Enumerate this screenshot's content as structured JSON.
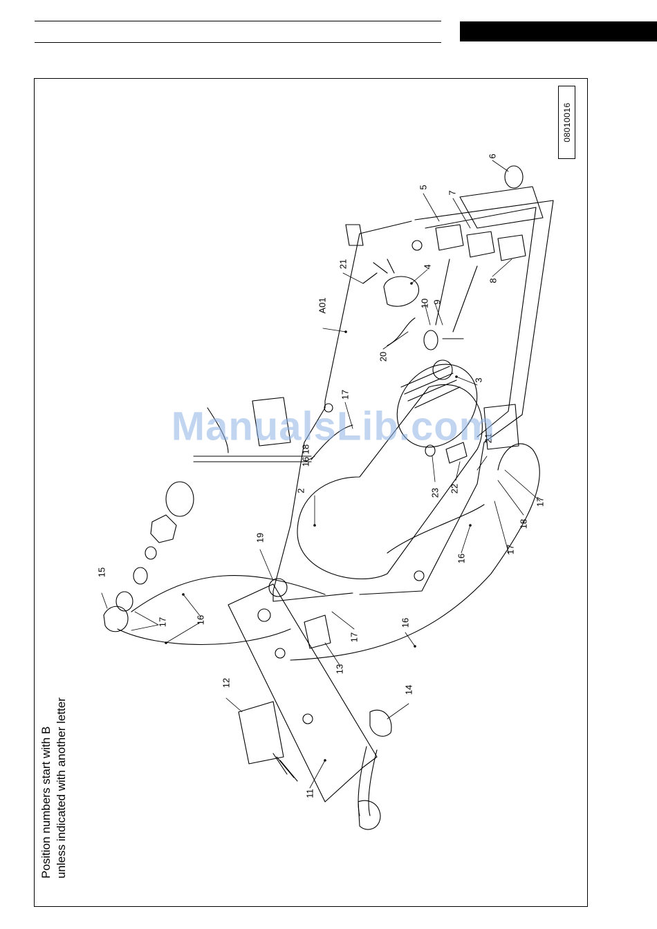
{
  "header": {
    "tab_color": "#000000"
  },
  "diagram": {
    "document_number": "08010016",
    "note_line1": "Position numbers start with B",
    "note_line2": "unless indicated with another letter",
    "callouts": {
      "c2": "2",
      "c3": "3",
      "c4": "4",
      "c5": "5",
      "c6": "6",
      "c7": "7",
      "c8": "8",
      "c9": "9",
      "c10": "10",
      "c11": "11",
      "c12": "12",
      "c13": "13",
      "c14": "14",
      "c15": "15",
      "c16a": "16",
      "c16b": "16",
      "c16c": "16",
      "c16d": "16",
      "c17a": "17",
      "c17b": "17",
      "c17c": "17",
      "c17d": "17",
      "c17e": "17",
      "c18a": "18",
      "c18b": "18",
      "c19": "19",
      "c20": "20",
      "c21a": "21",
      "c21b": "21",
      "c22": "22",
      "c23": "23",
      "cA01": "A01"
    }
  },
  "watermark": {
    "text": "ManualsLib.com",
    "color": "#8fb4e6"
  }
}
